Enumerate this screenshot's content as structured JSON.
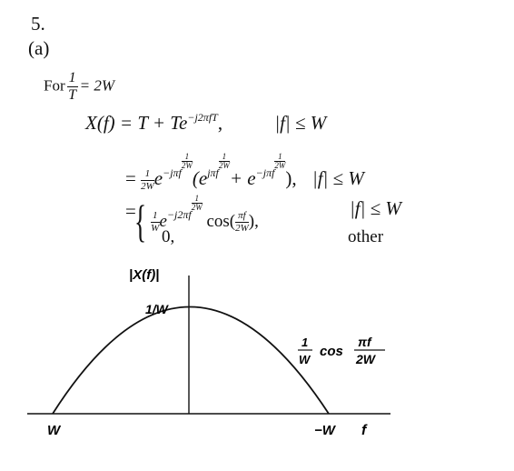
{
  "heading": {
    "problem_number": "5.",
    "part": "(a)"
  },
  "derivation": {
    "given_prefix": "For",
    "given_frac_num": "1",
    "given_frac_den": "T",
    "given_rhs": "= 2W",
    "line1_lhs": "X(f) = T + Te",
    "line1_exp": "−j2πfT",
    "line1_comma": ",",
    "line1_cond": "|f| ≤ W",
    "line2_eq": "=",
    "line2_coef_num": "1",
    "line2_coef_den": "2W",
    "line2_e": "e",
    "line2_exp1": "−jπf",
    "line2_paren_open": "(e",
    "line2_exp2": "jπf",
    "line2_plus": "+ e",
    "line2_exp3": "−jπf",
    "line2_paren_close": "),",
    "line2_cond": "|f| ≤ W",
    "line3_eq": "=",
    "case1_coef_num": "1",
    "case1_coef_den": "W",
    "case1_e": "e",
    "case1_exp": "−j2πf",
    "case1_cos": "cos(",
    "case1_cos_num": "πf",
    "case1_cos_den": "2W",
    "case1_close": "),",
    "case1_cond": "|f| ≤ W",
    "case2_value": "0,",
    "case2_cond": "other",
    "exp_frac_num": "1",
    "exp_frac_den": "2W"
  },
  "plot": {
    "ylabel": "|X(f)|",
    "peak_label": "1/W",
    "left_label": "W",
    "right_label": "−W",
    "xlabel": "f",
    "curve_coef_num": "1",
    "curve_coef_den": "W",
    "curve_cos": "cos",
    "curve_arg_num": "πf",
    "curve_arg_den": "2W"
  },
  "colors": {
    "ink": "#111111",
    "background": "#ffffff"
  }
}
